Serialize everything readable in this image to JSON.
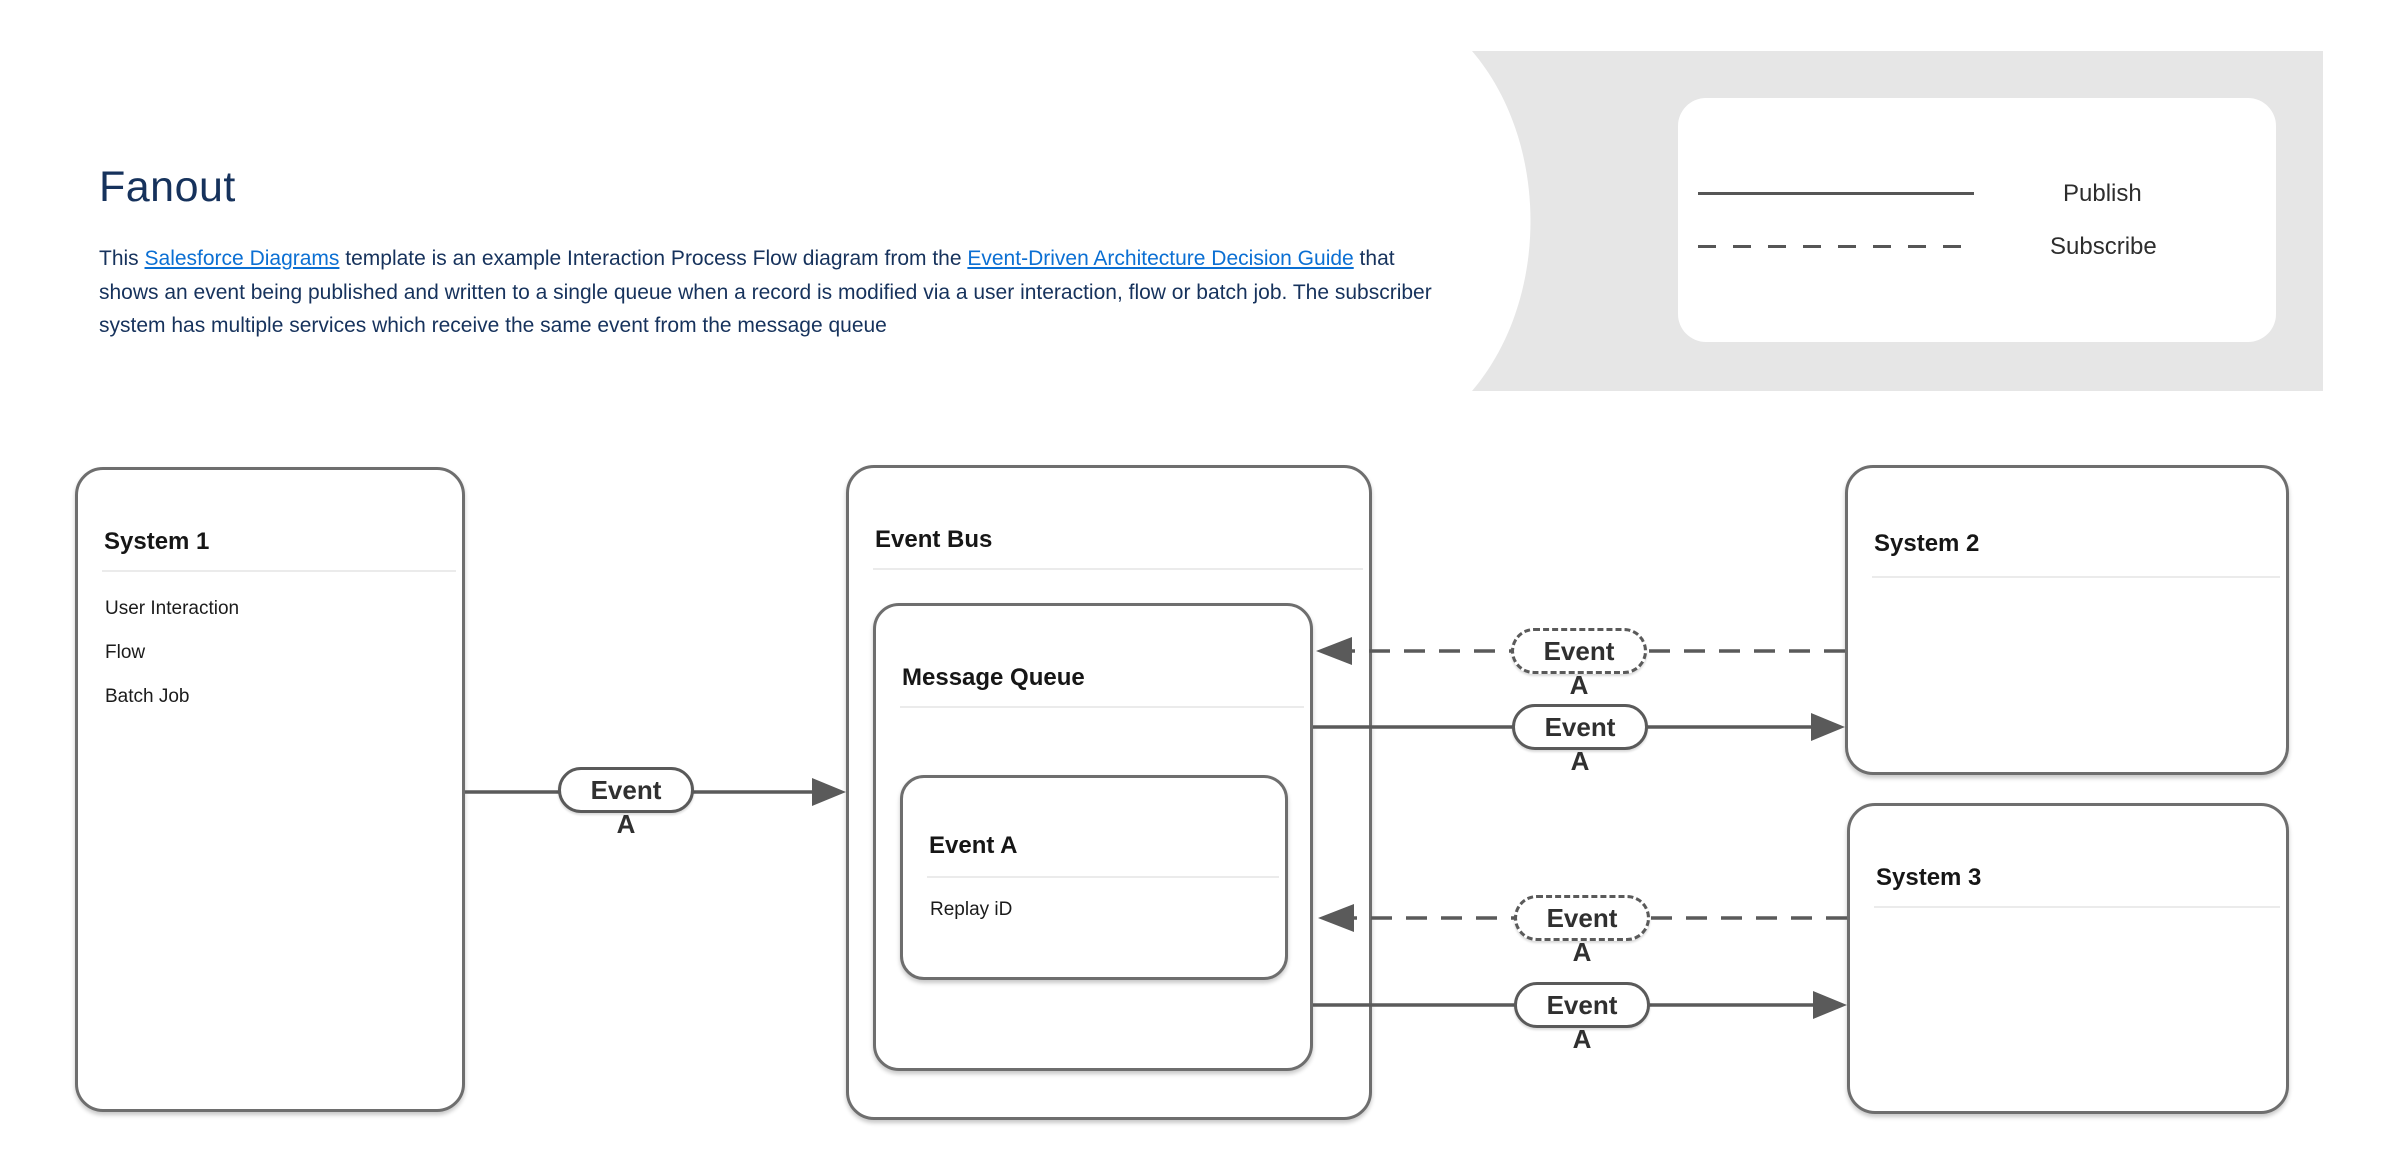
{
  "header": {
    "title": "Fanout",
    "description_parts": [
      {
        "text": "This "
      },
      {
        "text": "Salesforce Diagrams",
        "link": true
      },
      {
        "text": " template is an example Interaction Process Flow diagram from the "
      },
      {
        "text": "Event-Driven Architecture Decision Guide",
        "link": true
      },
      {
        "text": " that shows an event being published  and written to a single queue when a record is modified via a user interaction, flow or batch job.  The subscriber system has multiple services which receive the same event from the message queue"
      }
    ]
  },
  "legend": {
    "items": [
      {
        "label": "Publish",
        "line_style": "solid"
      },
      {
        "label": "Subscribe",
        "line_style": "dashed"
      }
    ]
  },
  "colors": {
    "heading_text": "#16325c",
    "link_blue": "#0b6fd3",
    "box_border_gray": "#6e6e6e",
    "arrow_gray": "#5a5a5a",
    "legend_background": "#e6e6e6",
    "separator_gray": "#ebebeb"
  },
  "diagram": {
    "system1": {
      "title": "System 1",
      "items": [
        "User Interaction",
        "Flow",
        "Batch Job"
      ]
    },
    "event_bus": {
      "title": "Event Bus"
    },
    "message_queue": {
      "title": "Message Queue"
    },
    "event_a": {
      "title": "Event A",
      "items": [
        "Replay iD"
      ]
    },
    "system2": {
      "title": "System 2"
    },
    "system3": {
      "title": "System 3"
    },
    "connectors": [
      {
        "id": "system1-publish-to-eventbus",
        "type": "publish",
        "label": "Event",
        "sublabel": "A"
      },
      {
        "id": "system2-subscribe-from-queue",
        "type": "subscribe",
        "label": "Event",
        "sublabel": "A"
      },
      {
        "id": "queue-publish-to-system2",
        "type": "publish",
        "label": "Event",
        "sublabel": "A"
      },
      {
        "id": "system3-subscribe-from-queue",
        "type": "subscribe",
        "label": "Event",
        "sublabel": "A"
      },
      {
        "id": "queue-publish-to-system3",
        "type": "publish",
        "label": "Event",
        "sublabel": "A"
      }
    ]
  }
}
